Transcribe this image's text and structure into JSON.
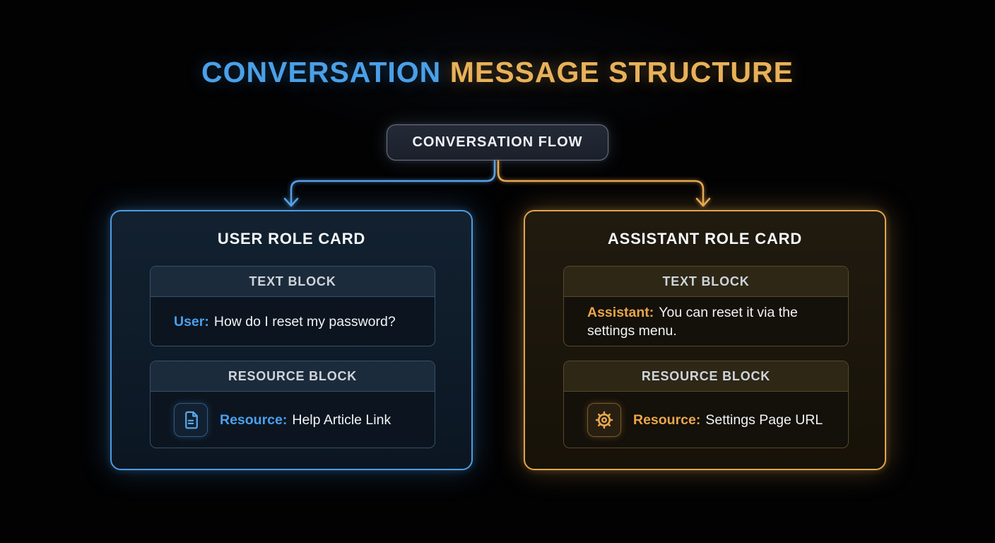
{
  "title": {
    "part1": "CONVERSATION",
    "part2": "MESSAGE STRUCTURE"
  },
  "flow_node": {
    "label": "CONVERSATION FLOW"
  },
  "cards": {
    "user": {
      "title": "USER ROLE CARD",
      "accent_color": "#4aa0e8",
      "text_block": {
        "header": "TEXT BLOCK",
        "speaker": "User:",
        "message": "How do I reset my password?"
      },
      "resource_block": {
        "header": "RESOURCE BLOCK",
        "icon": "document-icon",
        "label": "Resource:",
        "value": "Help Article Link"
      }
    },
    "assistant": {
      "title": "ASSISTANT ROLE CARD",
      "accent_color": "#e8a84f",
      "text_block": {
        "header": "TEXT BLOCK",
        "speaker": "Assistant:",
        "message": "You can reset it via the settings menu."
      },
      "resource_block": {
        "header": "RESOURCE BLOCK",
        "icon": "gear-icon",
        "label": "Resource:",
        "value": "Settings Page URL"
      }
    }
  },
  "colors": {
    "background": "#020203",
    "blue_accent": "#4aa0e8",
    "orange_accent": "#e8a84f",
    "title_blue": "#4aa0e8",
    "title_orange": "#e8b159"
  }
}
